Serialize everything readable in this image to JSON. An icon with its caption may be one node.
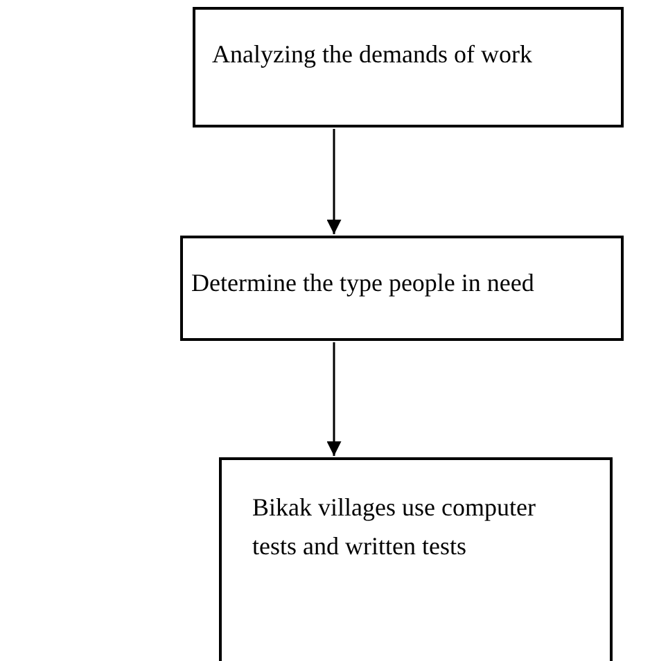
{
  "diagram": {
    "nodes": [
      {
        "text": [
          "Analyzing the demands of work"
        ]
      },
      {
        "text": [
          "Determine the type people in need"
        ]
      },
      {
        "text": [
          "Bikak villages use computer tests and written tests"
        ]
      }
    ],
    "edges": [
      {
        "from": 0,
        "to": 1,
        "arrow": "to"
      },
      {
        "from": 1,
        "to": 2,
        "arrow": "to"
      }
    ]
  }
}
